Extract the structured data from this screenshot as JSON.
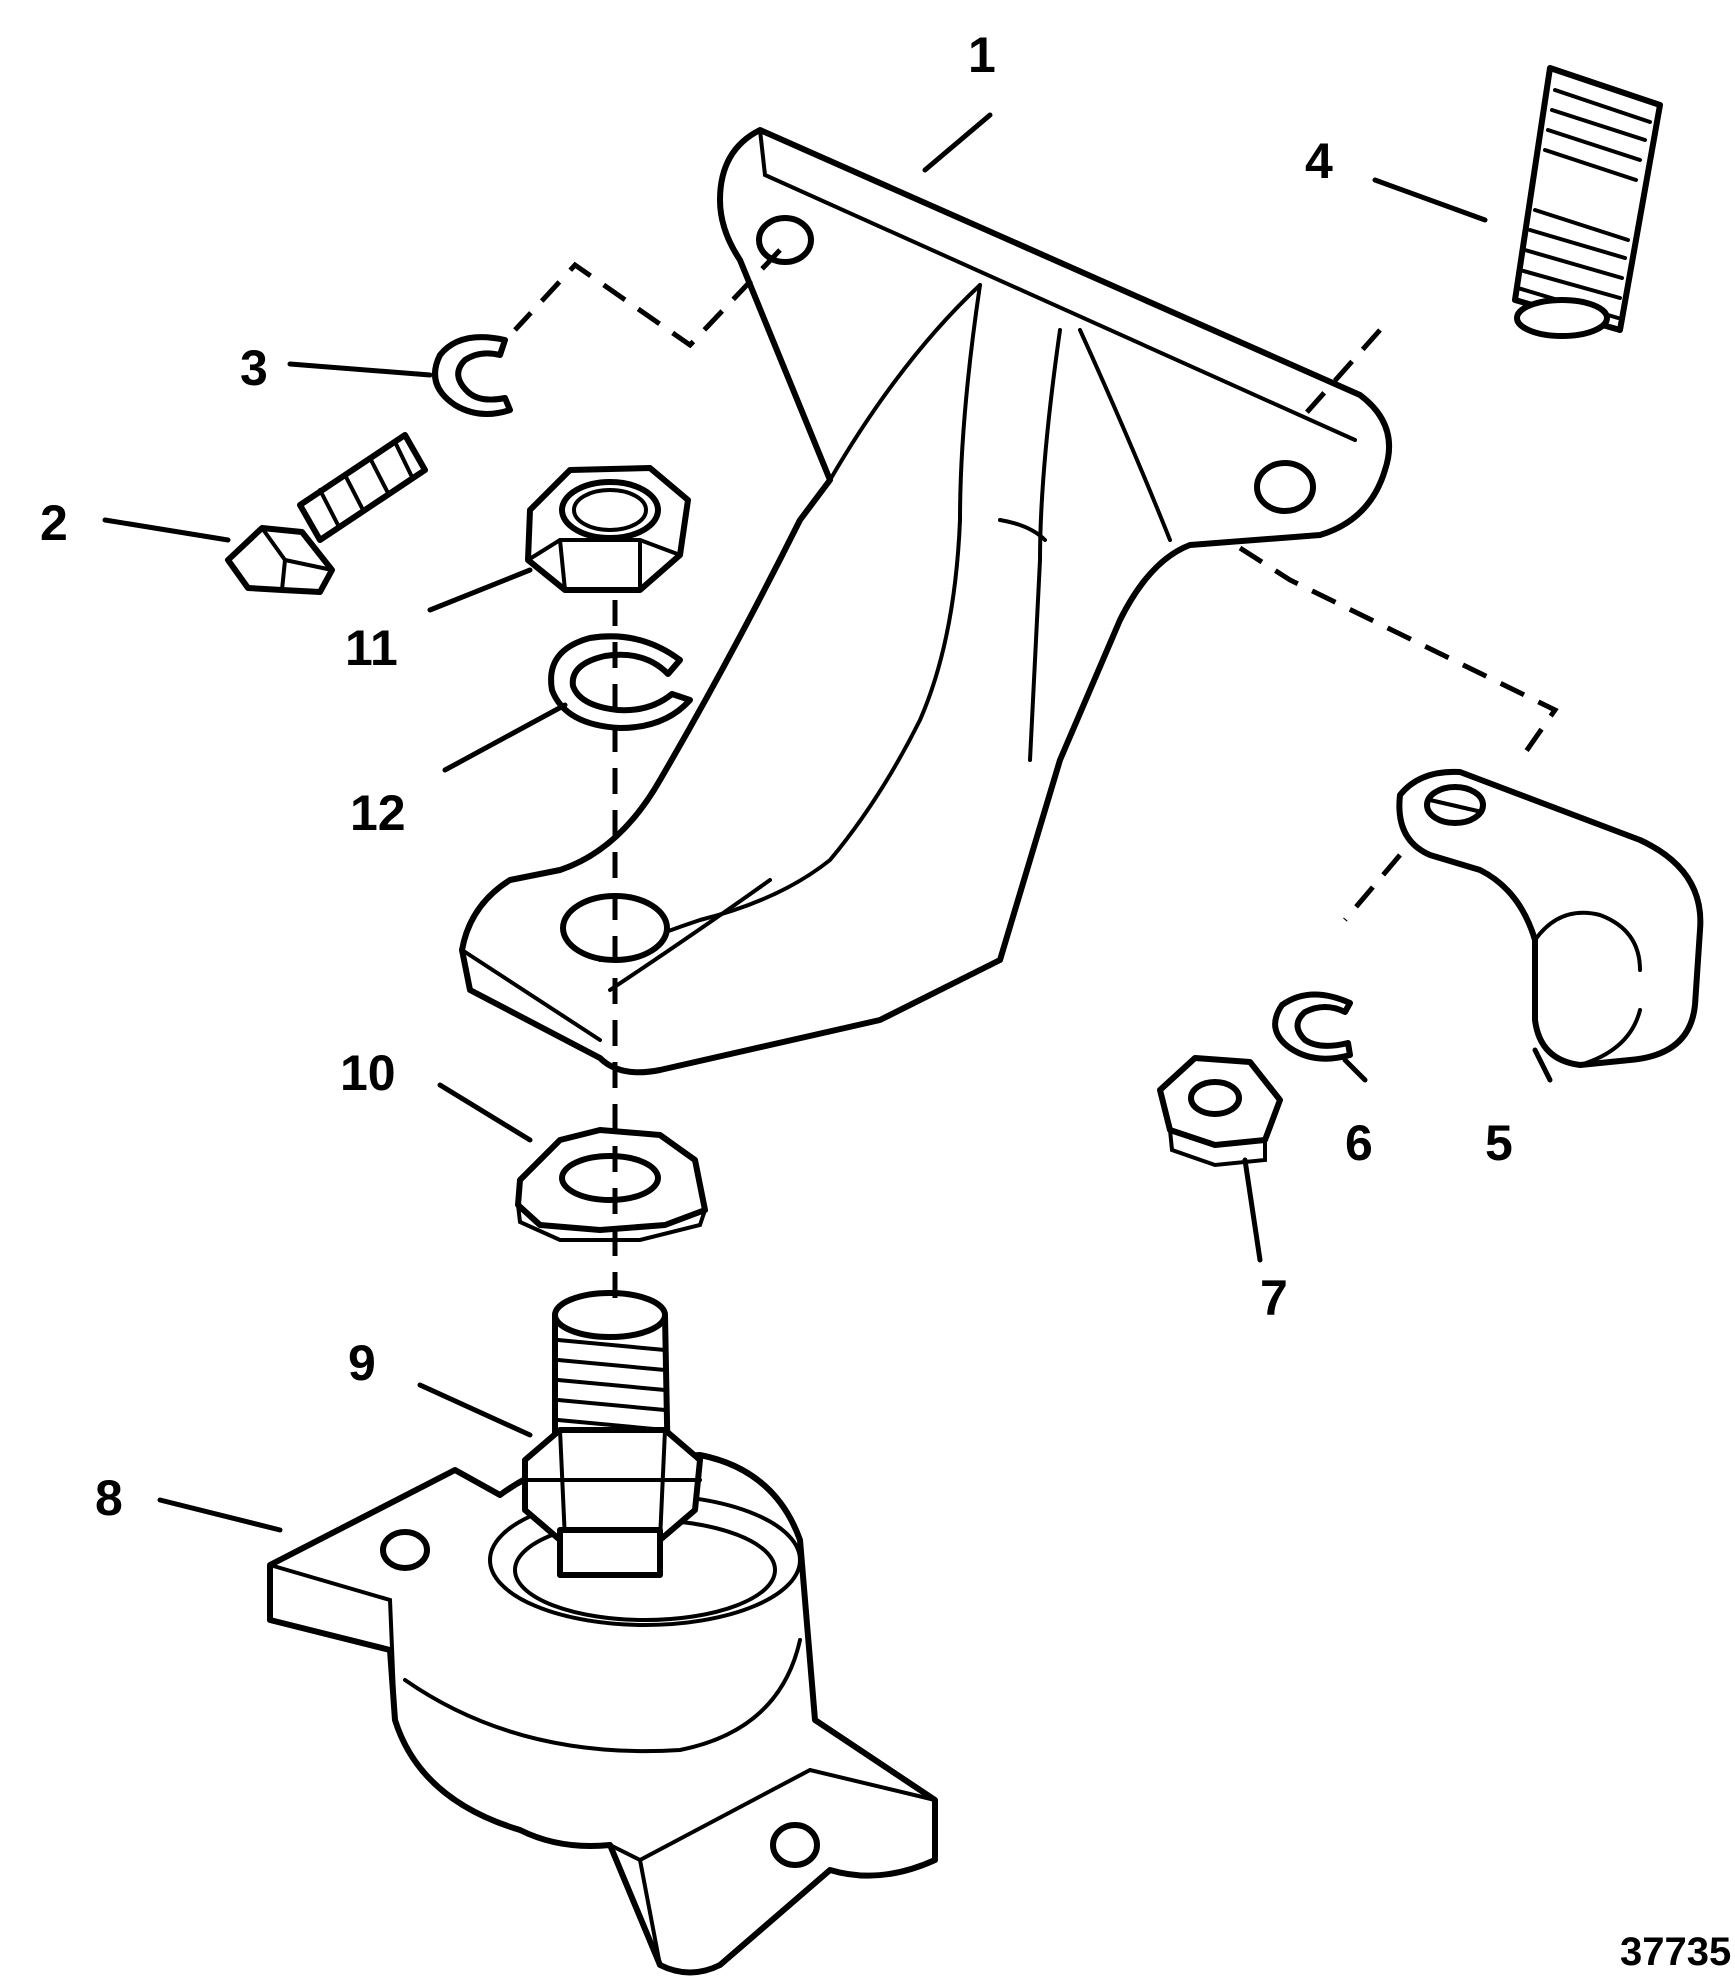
{
  "callouts": {
    "c1": "1",
    "c2": "2",
    "c3": "3",
    "c4": "4",
    "c5": "5",
    "c6": "6",
    "c7": "7",
    "c8": "8",
    "c9": "9",
    "c10": "10",
    "c11": "11",
    "c12": "12"
  },
  "drawing_number": "37735"
}
